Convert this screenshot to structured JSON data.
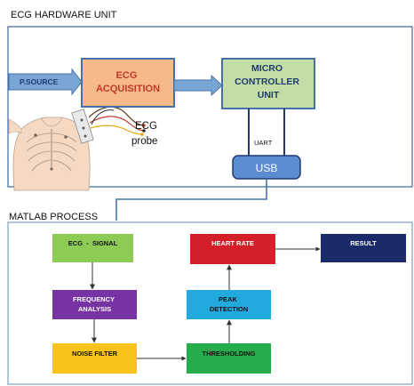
{
  "hardware": {
    "title": "ECG HARDWARE UNIT",
    "power_source": "P.SOURCE",
    "ecg_acquisition": [
      "ECG",
      "ACQUISITION"
    ],
    "microcontroller": [
      "MICRO",
      "CONTROLLER",
      "UNIT"
    ],
    "probe_label": [
      "ECG",
      "probe"
    ],
    "uart_label": "UART",
    "usb_label": "USB"
  },
  "matlab": {
    "title": "MATLAB PROCESS",
    "blocks": {
      "ecg_signal": "ECG  -  SIGNAL",
      "frequency_analysis": [
        "FREQUENCY",
        "ANALYSIS"
      ],
      "noise_filter": "NOISE FILTER",
      "thresholding": "THRESHOLDING",
      "peak_detection": [
        "PEAK",
        "DETECTION"
      ],
      "heart_rate": "HEART RATE",
      "result": "RESULT"
    }
  },
  "colors": {
    "frame": "#4472a8",
    "ecg_acquisition_fill": "#f7b98a",
    "ecg_acquisition_text": "#c0392b",
    "microcontroller_fill": "#c4dca5",
    "power_arrow": "#7aa6d6",
    "usb_fill": "#5b8bd1",
    "ecg_signal": "#8ccb54",
    "frequency_analysis": "#7733a3",
    "noise_filter": "#f8c21a",
    "thresholding": "#25ad4b",
    "peak_detection": "#22a9de",
    "heart_rate": "#d32028",
    "result": "#1b2a6b"
  }
}
